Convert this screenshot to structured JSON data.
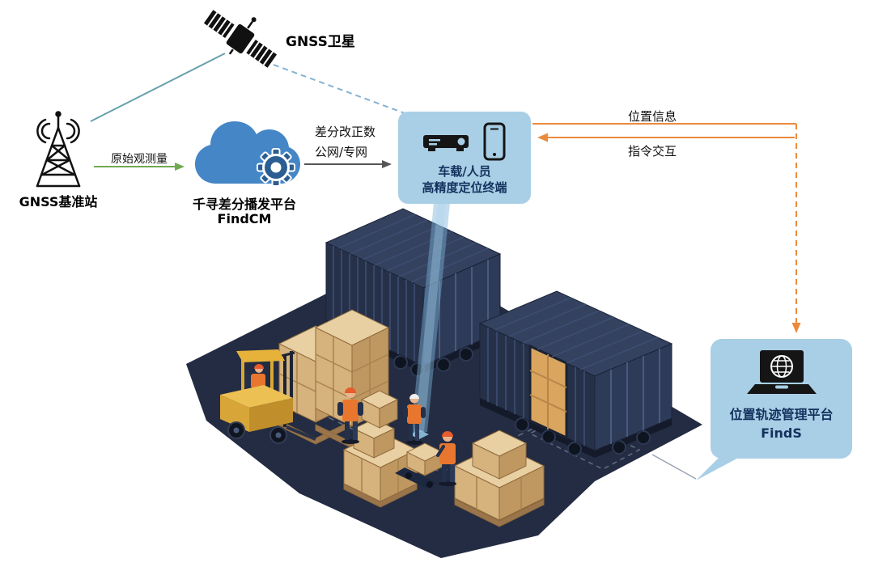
{
  "diagram": {
    "satellite": {
      "label": "GNSS卫星"
    },
    "base_station": {
      "label": "GNSS基准站"
    },
    "cloud": {
      "title": "千寻差分播发平台",
      "subtitle": "FindCM"
    },
    "terminal": {
      "line1": "车载/人员",
      "line2": "高精度定位终端"
    },
    "platform": {
      "title": "位置轨迹管理平台",
      "subtitle": "FindS"
    },
    "edges": {
      "raw_observation": "原始观测量",
      "correction_line1": "差分改正数",
      "correction_line2": "公网/专网",
      "position_info": "位置信息",
      "command_interaction": "指令交互"
    },
    "icons": {
      "satellite": "satellite-icon",
      "base_station": "antenna-tower-icon",
      "cloud": "cloud-gear-icon",
      "terminal_receiver": "receiver-icon",
      "terminal_phone": "smartphone-icon",
      "platform": "laptop-globe-icon"
    },
    "colors": {
      "box_fill": "#a9cfe6",
      "box_text": "#14325e",
      "arrow_orange": "#ec8a3c",
      "arrow_green": "#6faa53",
      "arrow_gray": "#555555",
      "link_teal": "#68a0ad",
      "link_dashed_blue": "#85b3d1",
      "cloud_blue": "#4486c6",
      "gear_blue": "#2b5e92",
      "floor_navy": "#232c42",
      "container_navy": "#263149",
      "carton_tan": "#d6b27c",
      "forklift_yellow": "#ecc052",
      "vest_orange": "#e8762e"
    }
  }
}
